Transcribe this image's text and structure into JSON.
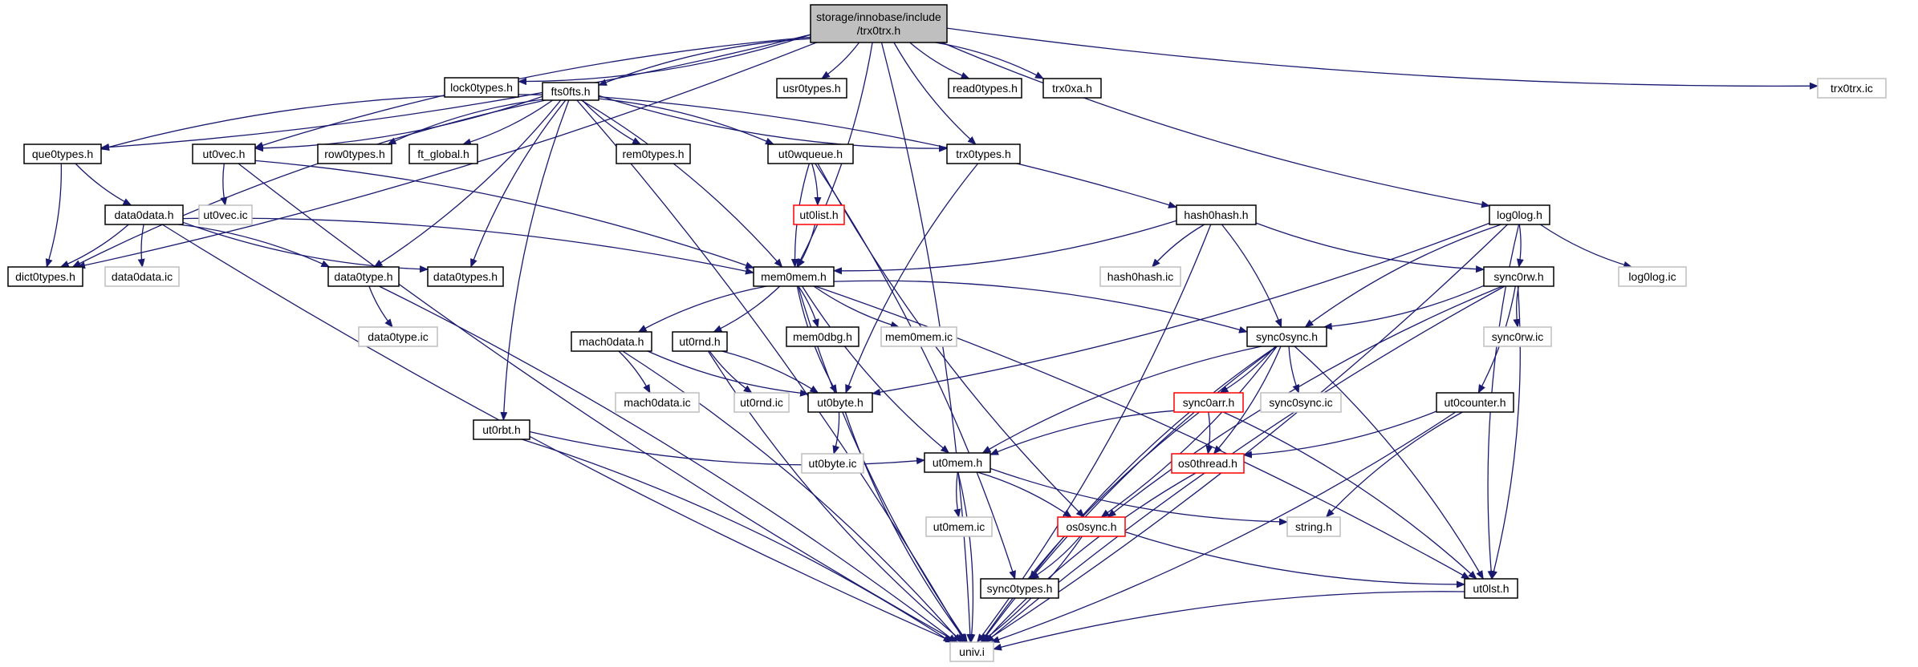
{
  "colors": {
    "edge": "#191970",
    "border_normal": "#000000",
    "border_truncated": "#ff0000",
    "border_external": "#bfbfbf",
    "text_external": "#808080",
    "root_fill": "#bfbfbf",
    "fill": "#ffffff"
  },
  "nodes": [
    {
      "id": "root",
      "label": "storage/innobase/include\n/trx0trx.h",
      "kind": "root"
    },
    {
      "id": "lock0types",
      "label": "lock0types.h",
      "kind": "normal"
    },
    {
      "id": "fts0fts",
      "label": "fts0fts.h",
      "kind": "normal"
    },
    {
      "id": "usr0types",
      "label": "usr0types.h",
      "kind": "normal"
    },
    {
      "id": "read0types",
      "label": "read0types.h",
      "kind": "normal"
    },
    {
      "id": "trx0xa",
      "label": "trx0xa.h",
      "kind": "normal"
    },
    {
      "id": "trx0trx_ic",
      "label": "trx0trx.ic",
      "kind": "external"
    },
    {
      "id": "que0types",
      "label": "que0types.h",
      "kind": "normal"
    },
    {
      "id": "ut0vec",
      "label": "ut0vec.h",
      "kind": "normal"
    },
    {
      "id": "row0types",
      "label": "row0types.h",
      "kind": "normal"
    },
    {
      "id": "ft_global",
      "label": "ft_global.h",
      "kind": "normal"
    },
    {
      "id": "rem0types",
      "label": "rem0types.h",
      "kind": "normal"
    },
    {
      "id": "ut0wqueue",
      "label": "ut0wqueue.h",
      "kind": "normal"
    },
    {
      "id": "trx0types",
      "label": "trx0types.h",
      "kind": "normal"
    },
    {
      "id": "data0data",
      "label": "data0data.h",
      "kind": "normal"
    },
    {
      "id": "ut0vec_ic",
      "label": "ut0vec.ic",
      "kind": "external"
    },
    {
      "id": "ut0list",
      "label": "ut0list.h",
      "kind": "truncated"
    },
    {
      "id": "hash0hash",
      "label": "hash0hash.h",
      "kind": "normal"
    },
    {
      "id": "log0log",
      "label": "log0log.h",
      "kind": "normal"
    },
    {
      "id": "dict0types",
      "label": "dict0types.h",
      "kind": "normal"
    },
    {
      "id": "data0data_ic",
      "label": "data0data.ic",
      "kind": "external"
    },
    {
      "id": "data0type",
      "label": "data0type.h",
      "kind": "normal"
    },
    {
      "id": "data0types",
      "label": "data0types.h",
      "kind": "normal"
    },
    {
      "id": "mem0mem",
      "label": "mem0mem.h",
      "kind": "normal"
    },
    {
      "id": "hash0hash_ic",
      "label": "hash0hash.ic",
      "kind": "external"
    },
    {
      "id": "sync0rw",
      "label": "sync0rw.h",
      "kind": "normal"
    },
    {
      "id": "log0log_ic",
      "label": "log0log.ic",
      "kind": "external"
    },
    {
      "id": "data0type_ic",
      "label": "data0type.ic",
      "kind": "external"
    },
    {
      "id": "mach0data",
      "label": "mach0data.h",
      "kind": "normal"
    },
    {
      "id": "ut0rnd",
      "label": "ut0rnd.h",
      "kind": "normal"
    },
    {
      "id": "mem0dbg",
      "label": "mem0dbg.h",
      "kind": "normal"
    },
    {
      "id": "mem0mem_ic",
      "label": "mem0mem.ic",
      "kind": "external"
    },
    {
      "id": "sync0sync",
      "label": "sync0sync.h",
      "kind": "normal"
    },
    {
      "id": "sync0rw_ic",
      "label": "sync0rw.ic",
      "kind": "external"
    },
    {
      "id": "mach0data_ic",
      "label": "mach0data.ic",
      "kind": "external"
    },
    {
      "id": "ut0rnd_ic",
      "label": "ut0rnd.ic",
      "kind": "external"
    },
    {
      "id": "ut0byte",
      "label": "ut0byte.h",
      "kind": "normal"
    },
    {
      "id": "sync0arr",
      "label": "sync0arr.h",
      "kind": "truncated"
    },
    {
      "id": "sync0sync_ic",
      "label": "sync0sync.ic",
      "kind": "external"
    },
    {
      "id": "ut0counter",
      "label": "ut0counter.h",
      "kind": "normal"
    },
    {
      "id": "ut0rbt",
      "label": "ut0rbt.h",
      "kind": "normal"
    },
    {
      "id": "ut0mem",
      "label": "ut0mem.h",
      "kind": "normal"
    },
    {
      "id": "os0thread",
      "label": "os0thread.h",
      "kind": "truncated"
    },
    {
      "id": "ut0byte_ic",
      "label": "ut0byte.ic",
      "kind": "external"
    },
    {
      "id": "ut0mem_ic",
      "label": "ut0mem.ic",
      "kind": "external"
    },
    {
      "id": "os0sync",
      "label": "os0sync.h",
      "kind": "truncated"
    },
    {
      "id": "string",
      "label": "string.h",
      "kind": "external"
    },
    {
      "id": "sync0types",
      "label": "sync0types.h",
      "kind": "normal"
    },
    {
      "id": "ut0lst",
      "label": "ut0lst.h",
      "kind": "normal"
    },
    {
      "id": "univ",
      "label": "univ.i",
      "kind": "external"
    }
  ],
  "edges": [
    [
      "root",
      "lock0types"
    ],
    [
      "root",
      "fts0fts"
    ],
    [
      "root",
      "usr0types"
    ],
    [
      "root",
      "read0types"
    ],
    [
      "root",
      "trx0xa"
    ],
    [
      "root",
      "trx0trx_ic"
    ],
    [
      "root",
      "que0types"
    ],
    [
      "root",
      "ut0vec"
    ],
    [
      "root",
      "dict0types"
    ],
    [
      "root",
      "trx0types"
    ],
    [
      "root",
      "mem0mem"
    ],
    [
      "root",
      "log0log"
    ],
    [
      "root",
      "univ"
    ],
    [
      "fts0fts",
      "que0types"
    ],
    [
      "fts0fts",
      "ut0vec"
    ],
    [
      "fts0fts",
      "row0types"
    ],
    [
      "fts0fts",
      "ft_global"
    ],
    [
      "fts0fts",
      "rem0types"
    ],
    [
      "fts0fts",
      "ut0wqueue"
    ],
    [
      "fts0fts",
      "trx0types"
    ],
    [
      "fts0fts",
      "hash0hash"
    ],
    [
      "fts0fts",
      "dict0types"
    ],
    [
      "fts0fts",
      "data0type"
    ],
    [
      "fts0fts",
      "data0types"
    ],
    [
      "fts0fts",
      "mem0mem"
    ],
    [
      "fts0fts",
      "ut0rbt"
    ],
    [
      "fts0fts",
      "univ"
    ],
    [
      "que0types",
      "data0data"
    ],
    [
      "que0types",
      "dict0types"
    ],
    [
      "ut0vec",
      "ut0vec_ic"
    ],
    [
      "ut0vec",
      "mem0mem"
    ],
    [
      "ut0vec",
      "univ"
    ],
    [
      "data0data",
      "dict0types"
    ],
    [
      "data0data",
      "data0data_ic"
    ],
    [
      "data0data",
      "data0type"
    ],
    [
      "data0data",
      "data0types"
    ],
    [
      "data0data",
      "mem0mem"
    ],
    [
      "data0data",
      "univ"
    ],
    [
      "ut0wqueue",
      "ut0list"
    ],
    [
      "ut0wqueue",
      "mem0mem"
    ],
    [
      "ut0wqueue",
      "sync0types"
    ],
    [
      "ut0wqueue",
      "os0sync"
    ],
    [
      "ut0list",
      "mem0mem"
    ],
    [
      "trx0types",
      "ut0byte"
    ],
    [
      "hash0hash",
      "mem0mem"
    ],
    [
      "hash0hash",
      "hash0hash_ic"
    ],
    [
      "hash0hash",
      "sync0sync"
    ],
    [
      "hash0hash",
      "sync0rw"
    ],
    [
      "hash0hash",
      "univ"
    ],
    [
      "log0log",
      "sync0sync"
    ],
    [
      "log0log",
      "sync0rw"
    ],
    [
      "log0log",
      "log0log_ic"
    ],
    [
      "log0log",
      "ut0byte"
    ],
    [
      "log0log",
      "ut0lst"
    ],
    [
      "log0log",
      "univ"
    ],
    [
      "data0type",
      "data0type_ic"
    ],
    [
      "data0type",
      "univ"
    ],
    [
      "mem0mem",
      "mach0data"
    ],
    [
      "mem0mem",
      "ut0rnd"
    ],
    [
      "mem0mem",
      "ut0byte"
    ],
    [
      "mem0mem",
      "mem0dbg"
    ],
    [
      "mem0mem",
      "mem0mem_ic"
    ],
    [
      "mem0mem",
      "sync0sync"
    ],
    [
      "mem0mem",
      "ut0mem"
    ],
    [
      "mem0mem",
      "ut0lst"
    ],
    [
      "mem0mem",
      "univ"
    ],
    [
      "sync0rw",
      "sync0sync"
    ],
    [
      "sync0rw",
      "sync0rw_ic"
    ],
    [
      "sync0rw",
      "ut0counter"
    ],
    [
      "sync0rw",
      "os0sync"
    ],
    [
      "sync0rw",
      "ut0lst"
    ],
    [
      "sync0rw",
      "univ"
    ],
    [
      "mach0data",
      "mach0data_ic"
    ],
    [
      "mach0data",
      "ut0byte"
    ],
    [
      "mach0data",
      "univ"
    ],
    [
      "ut0rnd",
      "ut0rnd_ic"
    ],
    [
      "ut0rnd",
      "ut0byte"
    ],
    [
      "ut0rnd",
      "univ"
    ],
    [
      "sync0sync",
      "sync0arr"
    ],
    [
      "sync0sync",
      "sync0sync_ic"
    ],
    [
      "sync0sync",
      "os0thread"
    ],
    [
      "sync0sync",
      "ut0mem"
    ],
    [
      "sync0sync",
      "os0sync"
    ],
    [
      "sync0sync",
      "sync0types"
    ],
    [
      "sync0sync",
      "ut0lst"
    ],
    [
      "sync0sync",
      "univ"
    ],
    [
      "ut0byte",
      "ut0byte_ic"
    ],
    [
      "ut0byte",
      "univ"
    ],
    [
      "sync0arr",
      "os0thread"
    ],
    [
      "sync0arr",
      "ut0mem"
    ],
    [
      "sync0arr",
      "ut0lst"
    ],
    [
      "sync0arr",
      "univ"
    ],
    [
      "ut0counter",
      "os0thread"
    ],
    [
      "ut0counter",
      "string"
    ],
    [
      "ut0counter",
      "univ"
    ],
    [
      "ut0rbt",
      "ut0mem"
    ],
    [
      "ut0rbt",
      "univ"
    ],
    [
      "ut0mem",
      "ut0mem_ic"
    ],
    [
      "ut0mem",
      "os0sync"
    ],
    [
      "ut0mem",
      "string"
    ],
    [
      "ut0mem",
      "univ"
    ],
    [
      "os0thread",
      "univ"
    ],
    [
      "os0sync",
      "sync0types"
    ],
    [
      "os0sync",
      "ut0lst"
    ],
    [
      "os0sync",
      "univ"
    ],
    [
      "ut0lst",
      "univ"
    ]
  ]
}
